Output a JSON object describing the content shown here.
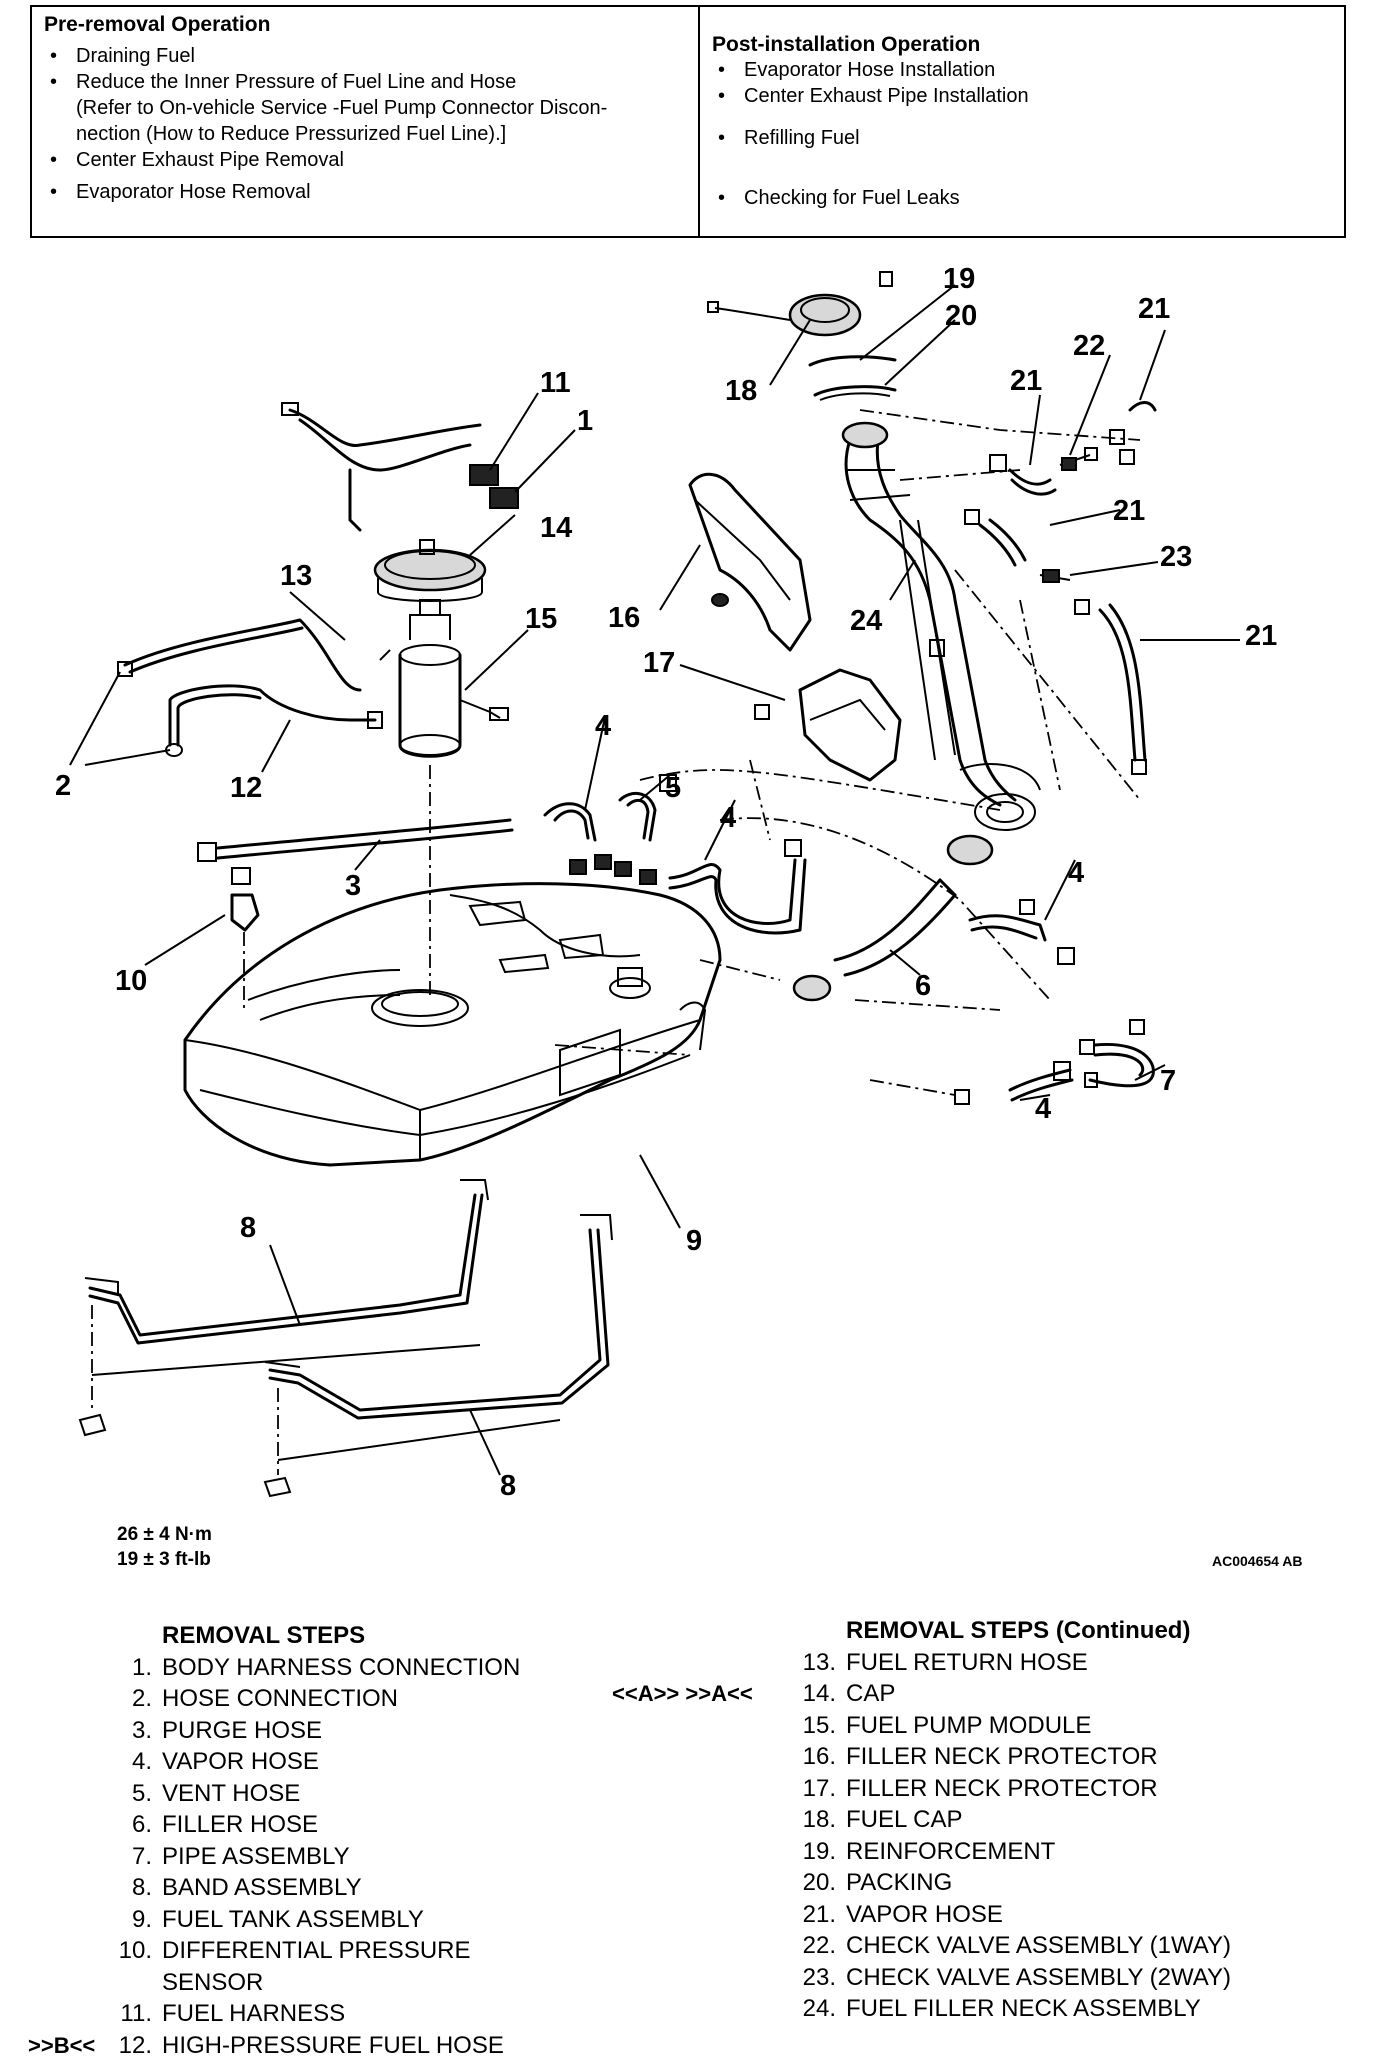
{
  "operations": {
    "pre": {
      "title": "Pre-removal Operation",
      "items": [
        "Draining Fuel",
        "Reduce the Inner Pressure of Fuel Line and Hose",
        "(Refer to On-vehicle Service -Fuel Pump Connector Discon-",
        "nection (How to Reduce Pressurized Fuel Line).]",
        "Center Exhaust Pipe Removal",
        "Evaporator Hose Removal"
      ]
    },
    "post": {
      "title": "Post-installation Operation",
      "items": [
        "Evaporator Hose Installation",
        "Center Exhaust Pipe Installation",
        "Refilling Fuel",
        "Checking for Fuel Leaks"
      ]
    }
  },
  "diagram": {
    "callouts": {
      "c1": "1",
      "c2": "2",
      "c3": "3",
      "c4a": "4",
      "c4b": "4",
      "c4c": "4",
      "c4d": "4",
      "c5": "5",
      "c6": "6",
      "c7": "7",
      "c8a": "8",
      "c8b": "8",
      "c9": "9",
      "c10": "10",
      "c11": "11",
      "c12": "12",
      "c13": "13",
      "c14": "14",
      "c15": "15",
      "c16": "16",
      "c17": "17",
      "c18": "18",
      "c19": "19",
      "c20": "20",
      "c21a": "21",
      "c21b": "21",
      "c21c": "21",
      "c21d": "21",
      "c22": "22",
      "c23": "23",
      "c24": "24"
    },
    "torque_nm": "26 ± 4 N·m",
    "torque_ftlb": "19 ± 3 ft-lb",
    "figure_code": "AC004654 AB"
  },
  "removal_steps": {
    "title": "REMOVAL STEPS",
    "items": [
      {
        "num": "1.",
        "label": "BODY HARNESS CONNECTION"
      },
      {
        "num": "2.",
        "label": "HOSE CONNECTION"
      },
      {
        "num": "3.",
        "label": "PURGE HOSE"
      },
      {
        "num": "4.",
        "label": "VAPOR HOSE"
      },
      {
        "num": "5.",
        "label": "VENT HOSE"
      },
      {
        "num": "6.",
        "label": "FILLER HOSE"
      },
      {
        "num": "7.",
        "label": "PIPE ASSEMBLY"
      },
      {
        "num": "8.",
        "label": "BAND ASSEMBLY"
      },
      {
        "num": "9.",
        "label": "FUEL TANK ASSEMBLY"
      },
      {
        "num": "10.",
        "label": "DIFFERENTIAL PRESSURE"
      },
      {
        "num": "",
        "label": "SENSOR"
      },
      {
        "num": "11.",
        "label": "FUEL HARNESS"
      },
      {
        "num": "12.",
        "label": "HIGH-PRESSURE FUEL HOSE",
        "mark": ">>B<<"
      }
    ]
  },
  "removal_steps_continued": {
    "title": "REMOVAL STEPS (Continued)",
    "items": [
      {
        "num": "13.",
        "label": "FUEL RETURN HOSE"
      },
      {
        "num": "14.",
        "label": "CAP",
        "mark": "<<A>>  >>A<<"
      },
      {
        "num": "15.",
        "label": "FUEL PUMP MODULE"
      },
      {
        "num": "16.",
        "label": "FILLER NECK PROTECTOR"
      },
      {
        "num": "17.",
        "label": "FILLER NECK PROTECTOR"
      },
      {
        "num": "18.",
        "label": "FUEL CAP"
      },
      {
        "num": "19.",
        "label": "REINFORCEMENT"
      },
      {
        "num": "20.",
        "label": "PACKING"
      },
      {
        "num": "21.",
        "label": "VAPOR HOSE"
      },
      {
        "num": "22.",
        "label": "CHECK VALVE ASSEMBLY (1WAY)"
      },
      {
        "num": "23.",
        "label": "CHECK VALVE ASSEMBLY (2WAY)"
      },
      {
        "num": "24.",
        "label": "FUEL FILLER NECK ASSEMBLY"
      }
    ]
  }
}
